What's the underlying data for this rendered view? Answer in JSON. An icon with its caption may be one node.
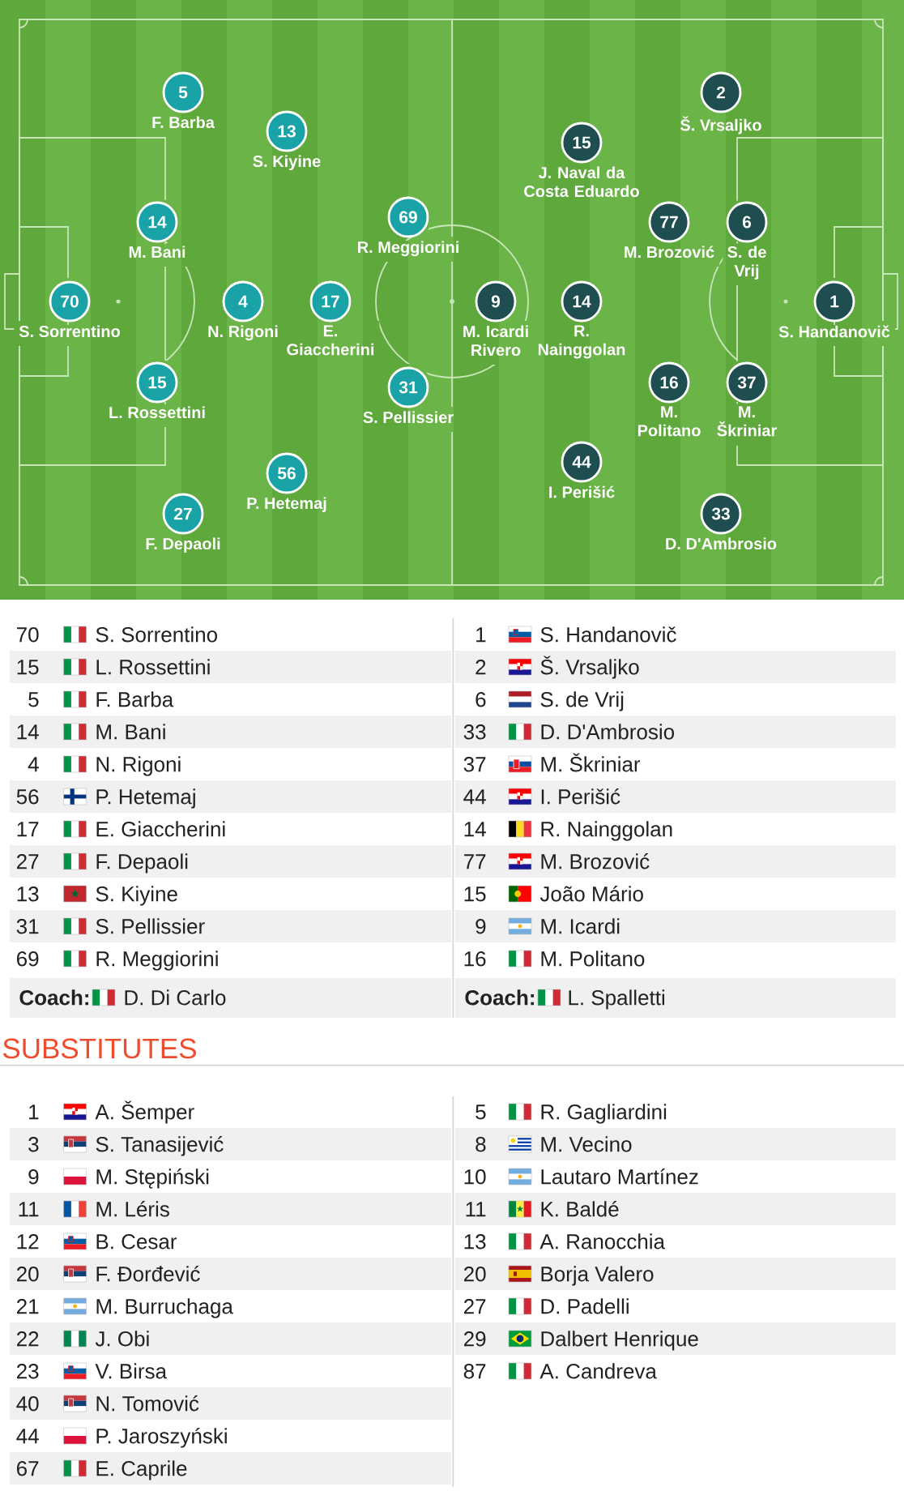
{
  "diagram": {
    "nodes": [
      {
        "text": [
          "70"
        ],
        "beside": [
          "S. Sorrentino"
        ]
      },
      {
        "text": [
          "15"
        ],
        "beside": [
          "L. Rossettini"
        ]
      },
      {
        "text": [
          "5"
        ],
        "beside": [
          "F. Barba"
        ]
      },
      {
        "text": [
          "14"
        ],
        "beside": [
          "M. Bani"
        ]
      },
      {
        "text": [
          "4"
        ],
        "beside": [
          "N. Rigoni"
        ]
      },
      {
        "text": [
          "56"
        ],
        "beside": [
          "P. Hetemaj"
        ]
      },
      {
        "text": [
          "17"
        ],
        "beside": [
          "E. Giaccherini"
        ]
      },
      {
        "text": [
          "27"
        ],
        "beside": [
          "F. Depaoli"
        ]
      },
      {
        "text": [
          "13"
        ],
        "beside": [
          "S. Kiyine"
        ]
      },
      {
        "text": [
          "31"
        ],
        "beside": [
          "S. Pellissier"
        ]
      },
      {
        "text": [
          "69"
        ],
        "beside": [
          "R. Meggiorini"
        ]
      },
      {
        "text": [
          "1"
        ],
        "beside": [
          "S. Handanovič"
        ]
      },
      {
        "text": [
          "2"
        ],
        "beside": [
          "Š. Vrsaljko"
        ]
      },
      {
        "text": [
          "6"
        ],
        "beside": [
          "S. de Vrij"
        ]
      },
      {
        "text": [
          "33"
        ],
        "beside": [
          "D. D'Ambrosio"
        ]
      },
      {
        "text": [
          "37"
        ],
        "beside": [
          "M. Škriniar"
        ]
      },
      {
        "text": [
          "44"
        ],
        "beside": [
          "I. Perišić"
        ]
      },
      {
        "text": [
          "14"
        ],
        "beside": [
          "R. Nainggolan"
        ]
      },
      {
        "text": [
          "77"
        ],
        "beside": [
          "M. Brozović"
        ]
      },
      {
        "text": [
          "15"
        ],
        "beside": [
          "J. Naval da Costa Eduardo"
        ]
      },
      {
        "text": [
          "9"
        ],
        "beside": [
          "M. Icardi Rivero"
        ]
      },
      {
        "text": [
          "16"
        ],
        "beside": [
          "M. Politano"
        ]
      }
    ],
    "labels": [
      "70",
      "S. Sorrentino",
      "1",
      "S. Handanovič",
      "15",
      "L. Rossettini",
      "2",
      "Š. Vrsaljko",
      "5",
      "F. Barba",
      "6",
      "S. de Vrij",
      "14",
      "M. Bani",
      "33",
      "D. D'Ambrosio",
      "4",
      "N. Rigoni",
      "37",
      "M. Škriniar",
      "56",
      "P. Hetemaj",
      "44",
      "I. Perišić",
      "17",
      "E. Giaccherini",
      "14",
      "R. Nainggolan",
      "27",
      "F. Depaoli",
      "77",
      "M. Brozović",
      "13",
      "S. Kiyine",
      "15",
      "João Mário",
      "31",
      "S. Pellissier",
      "9",
      "M. Icardi",
      "69",
      "R. Meggiorini",
      "16",
      "M. Politano",
      "Coach:",
      "D. Di Carlo",
      "Coach:",
      "L. Spalletti",
      "SUBSTITUTES",
      "1",
      "A. Šemper",
      "5",
      "R. Gagliardini",
      "3",
      "S. Tanasijević",
      "8",
      "M. Vecino",
      "9",
      "M. Stępiński",
      "10",
      "Lautaro Martínez",
      "11",
      "M. Léris",
      "11",
      "K. Baldé",
      "12",
      "B. Cesar",
      "13",
      "A. Ranocchia",
      "20",
      "F. Đorđević",
      "20",
      "Borja Valero",
      "21",
      "M. Burruchaga",
      "27",
      "D. Padelli",
      "22",
      "J. Obi",
      "29",
      "Dalbert Henrique",
      "23",
      "V. Birsa",
      "87",
      "A. Candreva",
      "40",
      "N. Tomović",
      "44",
      "P. Jaroszyński",
      "67",
      "E. Caprile"
    ]
  }
}
